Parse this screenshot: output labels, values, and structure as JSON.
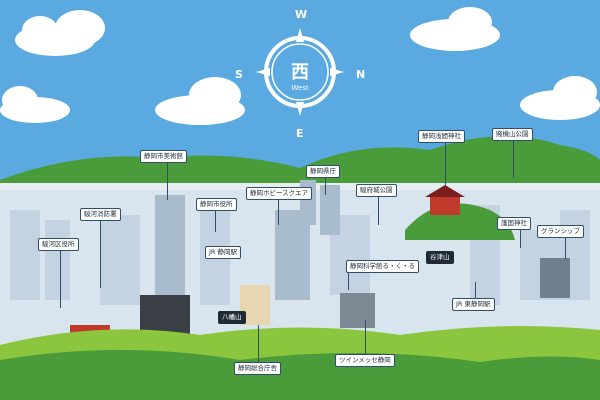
{
  "compass": {
    "north": "N",
    "south": "S",
    "east": "E",
    "west": "W",
    "center_kanji": "西",
    "center_label": "West"
  },
  "labels": {
    "shizuoka_art_museum": "静岡市美術館",
    "suruga_ward_office": "駿河区役所",
    "suruga_fire_station": "駿河消防署",
    "shizuoka_city_hall": "静岡市役所",
    "shizuoka_hobby_square": "静岡ホビースクエア",
    "shizuoka_prefectural_office": "静岡県庁",
    "sunpu_castle_park": "駿府城公園",
    "jr_shizuoka_top": "JR 静岡駅",
    "shizuoka_science_museum": "静岡科学館る・く・る",
    "hachibeyama": "八幡山",
    "shizuoka_general_office": "静岡総合庁舎",
    "twin_messe": "ツインメッセ静岡",
    "shizuoka_sengen_shrine": "静岡浅間神社",
    "shizuhatayama_park": "賤機山公園",
    "shizuoka_shrine_kusanagi": "護国神社",
    "grand_ship": "グランシップ",
    "shizu_yama": "谷津山",
    "jr_higashi_shizuoka": "JR 東静岡駅"
  },
  "colors": {
    "sky": "#5aa9e0",
    "hill_green": "#4a9b3a",
    "hill_light": "#8cc63f",
    "city": "#d8e4ee",
    "label_border": "#2f4f6b"
  }
}
